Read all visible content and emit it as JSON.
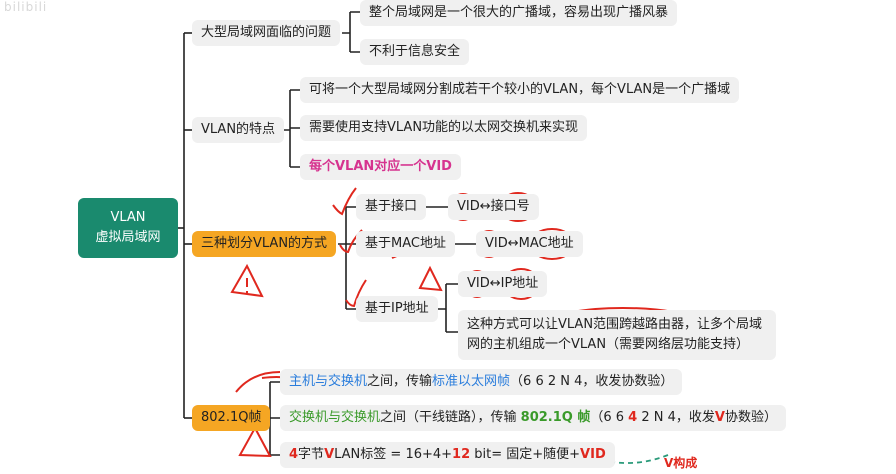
{
  "watermark": "bilibili",
  "root": {
    "line1": "VLAN",
    "line2": "虚拟局域网"
  },
  "branches": {
    "problem": {
      "label": "大型局域网面临的问题",
      "items": [
        "整个局域网是一个很大的广播域，容易出现广播风暴",
        "不利于信息安全"
      ]
    },
    "features": {
      "label": "VLAN的特点",
      "items": [
        "可将一个大型局域网分割成若干个较小的VLAN，每个VLAN是一个广播域",
        "需要使用支持VLAN功能的以太网交换机来实现",
        "每个VLAN对应一个VID"
      ]
    },
    "methods": {
      "label": "三种划分VLAN的方式",
      "port": {
        "label": "基于接口",
        "value": "VID↔接口号"
      },
      "mac": {
        "label": "基于MAC地址",
        "value": "VID↔MAC地址"
      },
      "ip": {
        "label": "基于IP地址",
        "value": "VID↔IP地址",
        "note": "这种方式可以让VLAN范围跨越路由器，让多个局域网的主机组成一个VLAN（需要网络层功能支持）"
      }
    },
    "dot1q": {
      "label": "802.1Q帧",
      "line1": {
        "a": "主机与交换机",
        "b": "之间，传输",
        "c": "标准以太网帧",
        "d": "（6 6 2 N 4，收发协数验）"
      },
      "line2": {
        "a": "交换机与交换机",
        "b": "之间（干线链路），传输 ",
        "c": "802.1Q 帧",
        "d": "（6 6 ",
        "e": "4",
        "f": " 2 N 4，收发",
        "g": "V",
        "h": "协数验）"
      },
      "line3": {
        "a": "4",
        "b": "字节",
        "c": "V",
        "d": "LAN标签 = 16+4+",
        "e": "12",
        "f": " bit= 固定+随便+",
        "g": "VID"
      },
      "annotation": "V构成"
    }
  },
  "colors": {
    "root": "#1a8a6e",
    "highlight": "#f5a623",
    "ink": "#e0281e",
    "line": "#222222"
  }
}
